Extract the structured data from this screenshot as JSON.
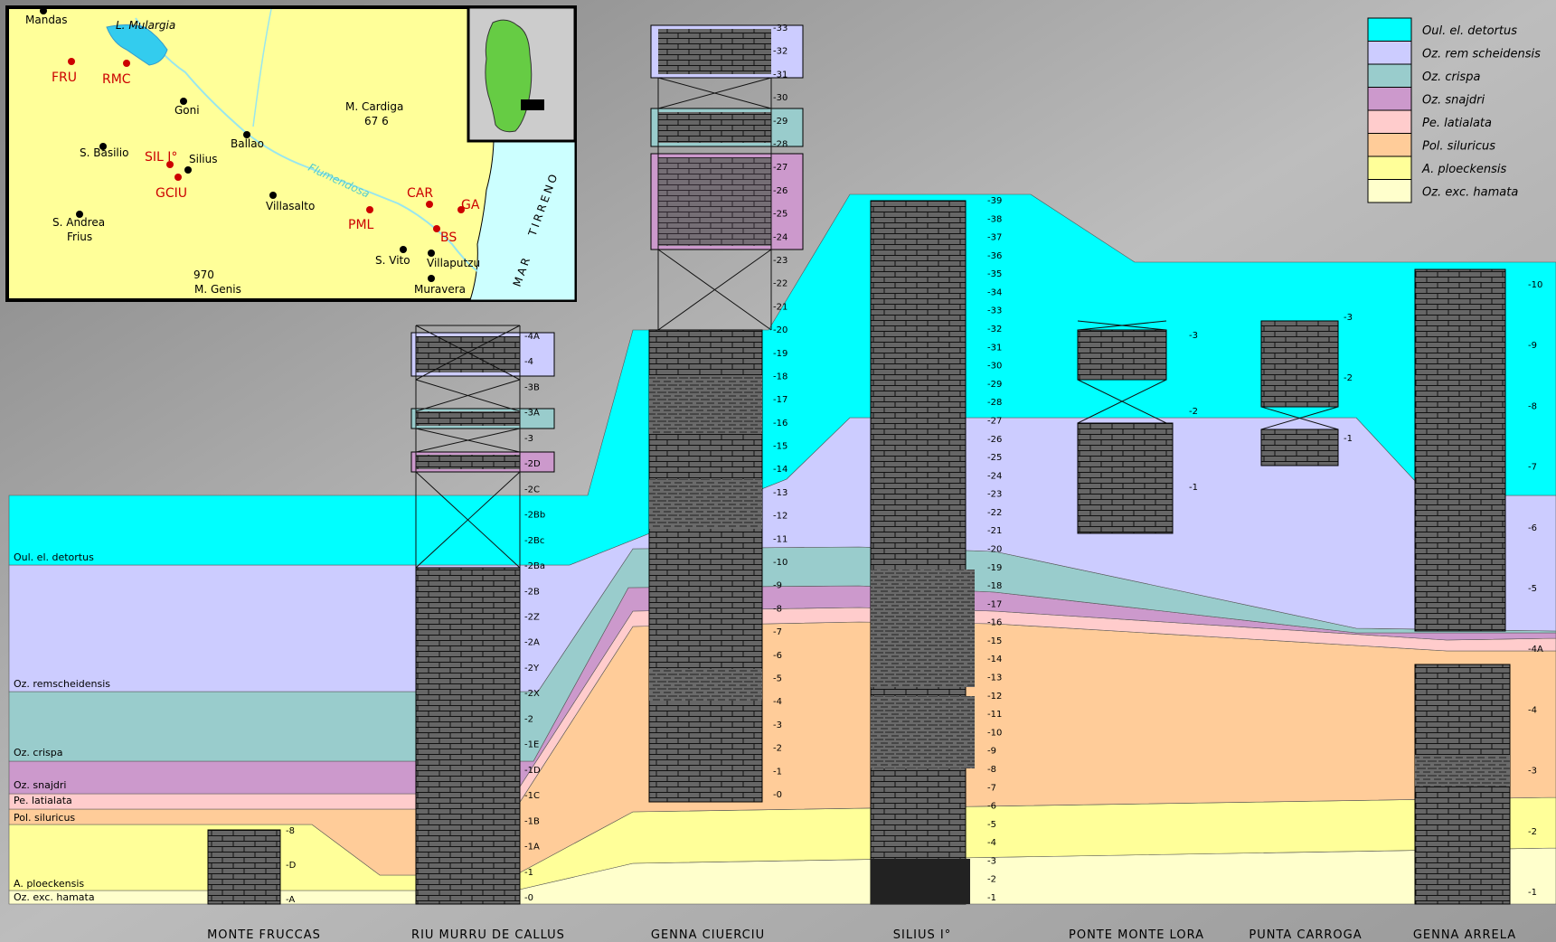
{
  "colors": {
    "detortus": "#00ffff",
    "remscheidensis": "#ccccff",
    "crispa": "#99cccc",
    "snajdri": "#cc99cc",
    "latialata": "#ffcccc",
    "siluricus": "#ffcc99",
    "ploeckensis": "#ffff99",
    "hamata": "#ffffcc",
    "rock": "#666666",
    "mapland": "#ffff99",
    "sea": "#ccffff",
    "site": "#cc0000"
  },
  "legend": [
    {
      "key": "detortus",
      "label": "Oul. el. detortus"
    },
    {
      "key": "remscheidensis",
      "label": "Oz. rem scheidensis"
    },
    {
      "key": "crispa",
      "label": "Oz. crispa"
    },
    {
      "key": "snajdri",
      "label": "Oz. snajdri"
    },
    {
      "key": "latialata",
      "label": "Pe. latialata"
    },
    {
      "key": "siluricus",
      "label": "Pol. siluricus"
    },
    {
      "key": "ploeckensis",
      "label": "A. ploeckensis"
    },
    {
      "key": "hamata",
      "label": "Oz. exc. hamata"
    }
  ],
  "zone_labels": [
    "Oul. el. detortus",
    "Oz. remscheidensis",
    "Oz. crispa",
    "Oz. snajdri",
    "Pe. latialata",
    "Pol. siluricus",
    "A. ploeckensis",
    "Oz. exc. hamata"
  ],
  "sections": [
    {
      "name": "MONTE FRUCCAS",
      "samples": [
        "-8",
        "-D",
        "-A"
      ]
    },
    {
      "name": "RIU MURRU DE CALLUS",
      "samples": [
        "-4A",
        "-4",
        "-3B",
        "-3A",
        "-3",
        "-2D",
        "-2C",
        "-2Bb",
        "-2Bc",
        "-2Ba",
        "-2B",
        "-2Z",
        "-2A",
        "-2Y",
        "-2X",
        "-2",
        "-1E",
        "-1D",
        "-1C",
        "-1B",
        "-1A",
        "-1",
        "-0"
      ]
    },
    {
      "name": "GENNA CIUERCIU",
      "samples": [
        "-33",
        "-32",
        "-31",
        "-30",
        "-29",
        "-28",
        "-27",
        "-26",
        "-25",
        "-24",
        "-23",
        "-22",
        "-21",
        "-20",
        "-19",
        "-18",
        "-17",
        "-16",
        "-15",
        "-14",
        "-13",
        "-12",
        "-11",
        "-10",
        "-9",
        "-8",
        "-7",
        "-6",
        "-5",
        "-4",
        "-3",
        "-2",
        "-1",
        "-0"
      ]
    },
    {
      "name": "SILIUS I°",
      "samples": [
        "-39",
        "-38",
        "-37",
        "-36",
        "-35",
        "-34",
        "-33",
        "-32",
        "-31",
        "-30",
        "-29",
        "-28",
        "-27",
        "-26",
        "-25",
        "-24",
        "-23",
        "-22",
        "-21",
        "-20",
        "-19",
        "-18",
        "-17",
        "-16",
        "-15",
        "-14",
        "-13",
        "-12",
        "-11",
        "-10",
        "-9",
        "-8",
        "-7",
        "-6",
        "-5",
        "-4",
        "-3",
        "-2",
        "-1"
      ]
    },
    {
      "name": "PONTE MONTE LORA",
      "samples": [
        "-3",
        "-2",
        "-1"
      ]
    },
    {
      "name": "PUNTA CARROGA",
      "samples": [
        "-3",
        "-2",
        "-1"
      ]
    },
    {
      "name": "GENNA ARRELA",
      "samples": [
        "-10",
        "-9",
        "-8",
        "-7",
        "-6",
        "-5",
        "-4A",
        "-4",
        "-3",
        "-2",
        "-1"
      ]
    }
  ],
  "map": {
    "places": [
      {
        "name": "Mandas"
      },
      {
        "name": "L. Mulargia"
      },
      {
        "name": "Goni"
      },
      {
        "name": "Ballao"
      },
      {
        "name": "M. Cardiga"
      },
      {
        "name": "67 6"
      },
      {
        "name": "S. Basilio"
      },
      {
        "name": "Silius"
      },
      {
        "name": "Villasalto"
      },
      {
        "name": "S. Andrea"
      },
      {
        "name": "Frius"
      },
      {
        "name": "S. Vito"
      },
      {
        "name": "Villaputzu"
      },
      {
        "name": "Muravera"
      },
      {
        "name": "970"
      },
      {
        "name": "M. Genis"
      },
      {
        "name": "Flumendosa"
      },
      {
        "name": "MAR"
      },
      {
        "name": "TIRRENO"
      }
    ],
    "sites": [
      "FRU",
      "RMC",
      "SIL I°",
      "GCIU",
      "CAR",
      "GA",
      "PML",
      "BS"
    ]
  }
}
